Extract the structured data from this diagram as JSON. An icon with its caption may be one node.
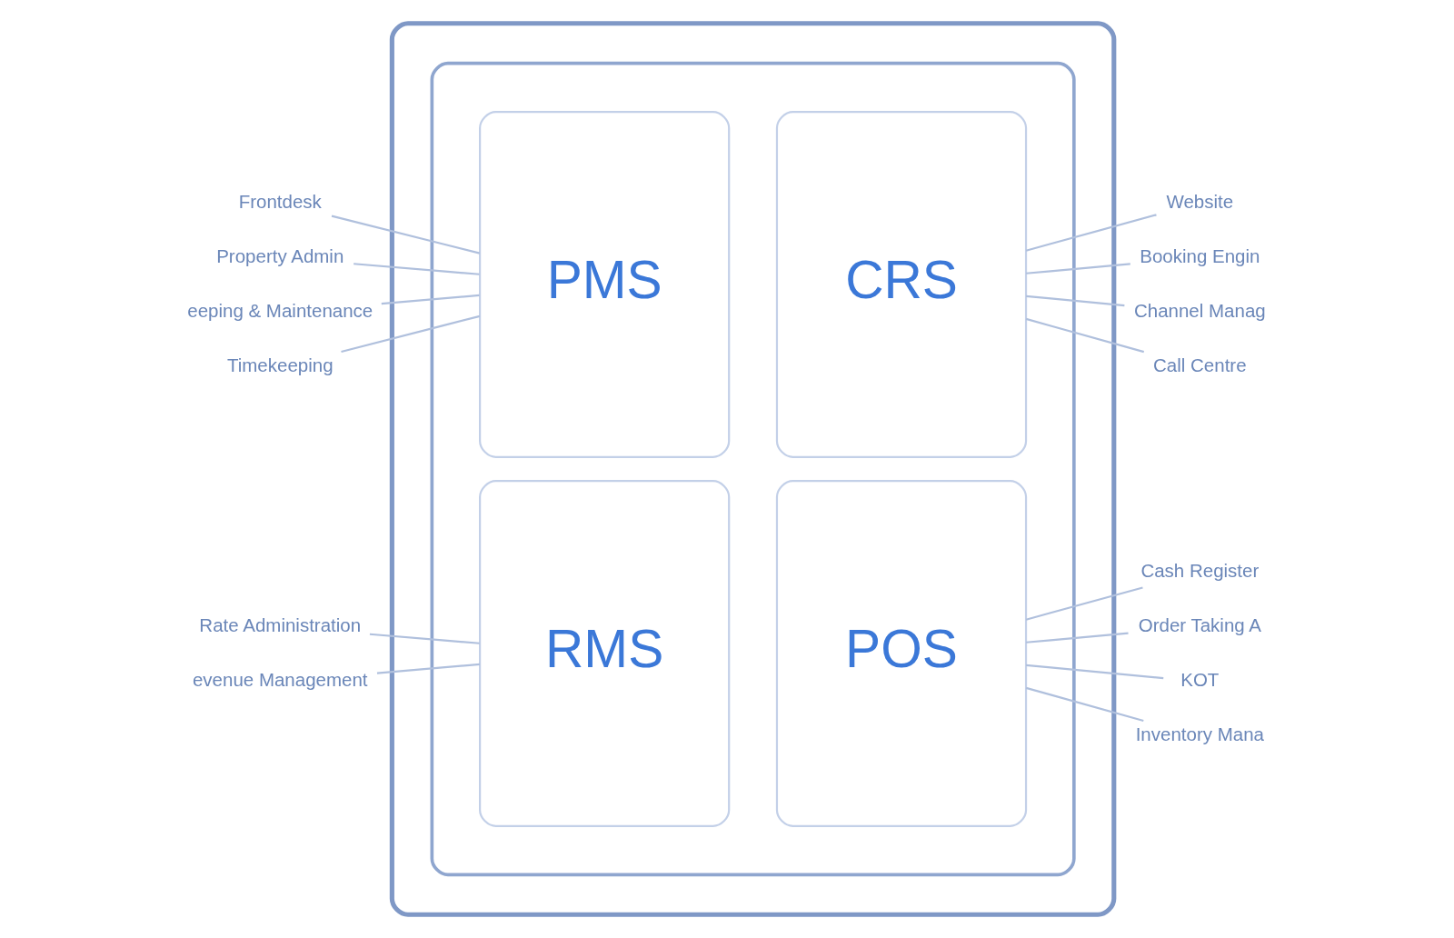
{
  "diagram": {
    "nodes": [
      {
        "text": [],
        "shape": "box"
      },
      {
        "text": [],
        "shape": "box",
        "in": 0
      },
      {
        "text": [
          "PMS"
        ],
        "in": 1
      },
      {
        "text": [
          "CRS"
        ],
        "in": 1
      },
      {
        "text": [
          "RMS"
        ],
        "in": 1
      },
      {
        "text": [
          "POS"
        ],
        "in": 1
      },
      {
        "text": [
          "Frontdesk"
        ]
      },
      {
        "text": [
          "Property Admin"
        ]
      },
      {
        "text": [
          "eeping & Maintenance"
        ]
      },
      {
        "text": [
          "Timekeeping"
        ]
      },
      {
        "text": [
          "Website"
        ]
      },
      {
        "text": [
          "Booking Engin"
        ]
      },
      {
        "text": [
          "Channel Manag"
        ]
      },
      {
        "text": [
          "Call Centre"
        ]
      },
      {
        "text": [
          "Rate Administration"
        ]
      },
      {
        "text": [
          "evenue Management"
        ]
      },
      {
        "text": [
          "Cash Register"
        ]
      },
      {
        "text": [
          "Order Taking A"
        ]
      },
      {
        "text": [
          "KOT"
        ]
      },
      {
        "text": [
          "Inventory Mana"
        ]
      }
    ],
    "edges": [
      {
        "from": 6,
        "to": 2,
        "arrow": "none"
      },
      {
        "from": 7,
        "to": 2,
        "arrow": "none"
      },
      {
        "from": 8,
        "to": 2,
        "arrow": "none"
      },
      {
        "from": 9,
        "to": 2,
        "arrow": "none"
      },
      {
        "from": 3,
        "to": 10,
        "arrow": "none"
      },
      {
        "from": 3,
        "to": 11,
        "arrow": "none"
      },
      {
        "from": 3,
        "to": 12,
        "arrow": "none"
      },
      {
        "from": 3,
        "to": 13,
        "arrow": "none"
      },
      {
        "from": 14,
        "to": 4,
        "arrow": "none"
      },
      {
        "from": 15,
        "to": 4,
        "arrow": "none"
      },
      {
        "from": 5,
        "to": 16,
        "arrow": "none"
      },
      {
        "from": 5,
        "to": 17,
        "arrow": "none"
      },
      {
        "from": 5,
        "to": 18,
        "arrow": "none"
      },
      {
        "from": 5,
        "to": 19,
        "arrow": "none"
      }
    ]
  }
}
